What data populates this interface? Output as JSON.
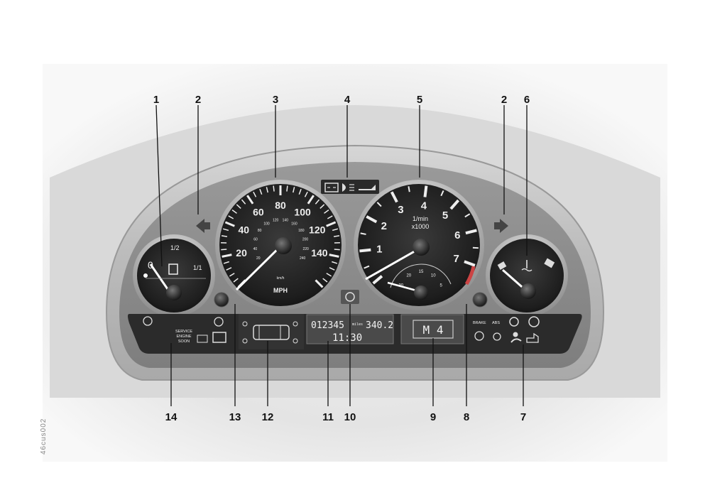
{
  "callouts": {
    "fuel": "1",
    "turn_left": "2",
    "turn_right": "2",
    "speedometer": "3",
    "warning_top": "4",
    "tachometer": "5",
    "temperature": "6",
    "warning_right": "7",
    "reset_right": "8",
    "gear_display": "9",
    "indicator_center": "10",
    "odometer_lcd": "11",
    "check_control": "12",
    "reset_left": "13",
    "service_lights": "14"
  },
  "speedometer": {
    "mph_ticks": [
      "20",
      "40",
      "60",
      "80",
      "100",
      "120",
      "140"
    ],
    "kmh_ticks": [
      "20",
      "40",
      "60",
      "80",
      "100",
      "120",
      "140",
      "160",
      "180",
      "200",
      "220",
      "240"
    ],
    "unit": "MPH",
    "sub_unit": "km/h"
  },
  "tachometer": {
    "ticks": [
      "1",
      "2",
      "3",
      "4",
      "5",
      "6",
      "7"
    ],
    "unit_line1": "1/min",
    "unit_line2": "x1000",
    "econ_ticks": [
      "30",
      "20",
      "15",
      "10",
      "5"
    ]
  },
  "fuel": {
    "labels": [
      "0",
      "1/2",
      "1/1"
    ]
  },
  "lcd": {
    "odometer": "012345",
    "trip": "340.2",
    "clock": "11:30",
    "trip_unit": "miles"
  },
  "gear": {
    "value": "M 4"
  },
  "service": {
    "line1": "SERVICE",
    "line2": "ENGINE",
    "line3": "SOON"
  },
  "warnings": {
    "brake": "BRAKE",
    "abs": "ABS"
  },
  "image_code": "46cus002"
}
